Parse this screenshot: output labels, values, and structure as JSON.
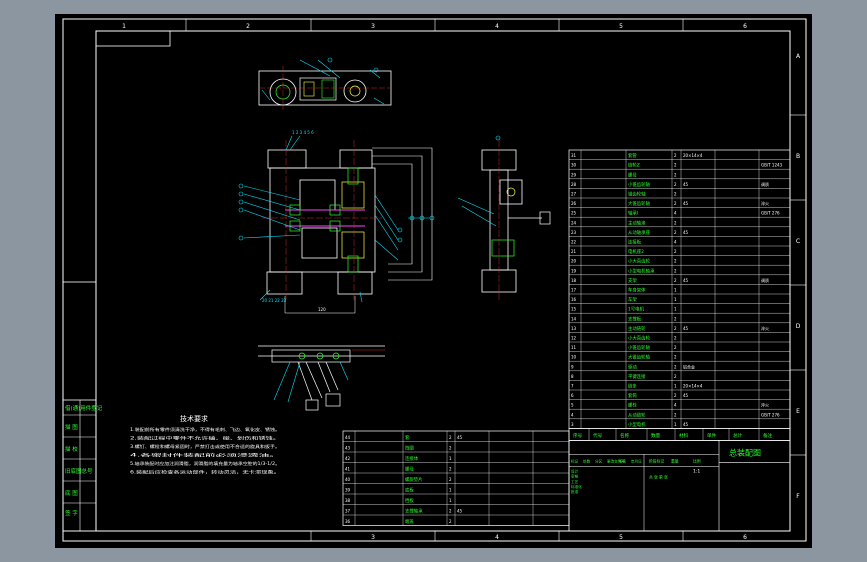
{
  "colors": {
    "background": "#8c96a0",
    "sheet": "#000000",
    "frame": "#ffffff",
    "drawing": "#ffffff",
    "accent_cyan": "#00e5ff",
    "accent_green": "#2dff2d",
    "accent_yellow": "#ffff33",
    "accent_red": "#ff3030",
    "accent_magenta": "#ff40ff"
  },
  "top_zones": [
    "1",
    "2",
    "3",
    "4",
    "5",
    "6"
  ],
  "bottom_zones": [
    "3",
    "4",
    "5",
    "6"
  ],
  "right_zones": [
    "A",
    "B",
    "C",
    "D",
    "E",
    "F"
  ],
  "tech_requirements": {
    "title": "技术要求",
    "lines": [
      "1.装配前所有零件须清洗干净，不得有毛刺、飞边、氧化皮、锈蚀。",
      "2.装配过程中零件不允许磕、碰、划伤和锈蚀。",
      "3.螺钉、螺栓和螺母紧固时，严禁打击或使用不合适的旋具和扳手。",
      "4.各密封件装配前必须浸透油。",
      "5.轴承装配时应加注润滑脂，润滑脂的填充量为轴承空腔的1/3-1/2。",
      "6.装配后应检查各运动部件，转动灵活，无卡滞现象。"
    ]
  },
  "left_stamp": [
    "借(通)用件登记",
    "描 图",
    "描 校",
    "旧底图总号",
    "底 图",
    "签 字"
  ],
  "bom_right": [
    {
      "no": "31",
      "name": "套管",
      "qty": "2",
      "mat": "20×14×4",
      "note": ""
    },
    {
      "no": "30",
      "name": "链轮Z",
      "qty": "2",
      "mat": "",
      "note": "GB/T 1243"
    },
    {
      "no": "29",
      "name": "螺母",
      "qty": "2",
      "mat": "",
      "note": ""
    },
    {
      "no": "28",
      "name": "小锥齿轮轴",
      "qty": "2",
      "mat": "45",
      "note": "调质"
    },
    {
      "no": "27",
      "name": "锥齿轮轴",
      "qty": "2",
      "mat": "",
      "note": ""
    },
    {
      "no": "26",
      "name": "大锥齿轮轴",
      "qty": "2",
      "mat": "45",
      "note": "淬火"
    },
    {
      "no": "25",
      "name": "轴承I",
      "qty": "4",
      "mat": "",
      "note": "GB/T 276"
    },
    {
      "no": "24",
      "name": "主动轴滚",
      "qty": "2",
      "mat": "",
      "note": ""
    },
    {
      "no": "23",
      "name": "从动轴承座",
      "qty": "2",
      "mat": "45",
      "note": ""
    },
    {
      "no": "22",
      "name": "连接板",
      "qty": "4",
      "mat": "",
      "note": ""
    },
    {
      "no": "21",
      "name": "电机座2",
      "qty": "2",
      "mat": "",
      "note": ""
    },
    {
      "no": "20",
      "name": "小大直齿轮",
      "qty": "2",
      "mat": "",
      "note": ""
    },
    {
      "no": "19",
      "name": "小型电机轴承",
      "qty": "2",
      "mat": "",
      "note": ""
    },
    {
      "no": "18",
      "name": "支架",
      "qty": "2",
      "mat": "45",
      "note": "调质"
    },
    {
      "no": "17",
      "name": "车身架体",
      "qty": "1",
      "mat": "",
      "note": ""
    },
    {
      "no": "16",
      "name": "车架",
      "qty": "1",
      "mat": "",
      "note": ""
    },
    {
      "no": "15",
      "name": "1号电机",
      "qty": "1",
      "mat": "",
      "note": ""
    },
    {
      "no": "14",
      "name": "支撑板",
      "qty": "2",
      "mat": "",
      "note": ""
    },
    {
      "no": "13",
      "name": "主动链轮",
      "qty": "2",
      "mat": "45",
      "note": "淬火"
    },
    {
      "no": "12",
      "name": "小大直齿轮",
      "qty": "2",
      "mat": "",
      "note": ""
    },
    {
      "no": "11",
      "name": "小锥齿轮轴",
      "qty": "2",
      "mat": "",
      "note": ""
    },
    {
      "no": "10",
      "name": "大锥齿轮轴",
      "qty": "2",
      "mat": "",
      "note": ""
    },
    {
      "no": "9",
      "name": "驱动",
      "qty": "2",
      "mat": "铝合金",
      "note": ""
    },
    {
      "no": "8",
      "name": "平键连接",
      "qty": "2",
      "mat": "",
      "note": ""
    },
    {
      "no": "7",
      "name": "链条",
      "qty": "1",
      "mat": "20×14×4",
      "note": ""
    },
    {
      "no": "6",
      "name": "套筒",
      "qty": "2",
      "mat": "45",
      "note": ""
    },
    {
      "no": "5",
      "name": "螺栓",
      "qty": "4",
      "mat": "",
      "note": "淬火"
    },
    {
      "no": "4",
      "name": "从动链轮",
      "qty": "2",
      "mat": "",
      "note": "GB/T 276"
    },
    {
      "no": "3",
      "name": "小型电机",
      "qty": "1",
      "mat": "45",
      "note": ""
    }
  ],
  "bom_header": [
    "序号",
    "代号",
    "名称",
    "数量",
    "材料",
    "单件",
    "总计",
    "备注"
  ],
  "bom_mid": [
    {
      "no": "44",
      "name": "套",
      "qty": "2",
      "mat": "45",
      "note": ""
    },
    {
      "no": "43",
      "name": "挡圈",
      "qty": "2",
      "mat": "",
      "note": ""
    },
    {
      "no": "42",
      "name": "连接体",
      "qty": "1",
      "mat": "",
      "note": ""
    },
    {
      "no": "41",
      "name": "螺母",
      "qty": "2",
      "mat": "",
      "note": ""
    },
    {
      "no": "40",
      "name": "螺旋垫片",
      "qty": "2",
      "mat": "",
      "note": ""
    },
    {
      "no": "39",
      "name": "底板",
      "qty": "1",
      "mat": "",
      "note": ""
    },
    {
      "no": "38",
      "name": "挡板",
      "qty": "1",
      "mat": "",
      "note": ""
    },
    {
      "no": "37",
      "name": "支撑轴承",
      "qty": "2",
      "mat": "45",
      "note": ""
    },
    {
      "no": "36",
      "name": "端盖",
      "qty": "2",
      "mat": "",
      "note": ""
    }
  ],
  "title_block": {
    "drawing_title": "总装配图",
    "sign_labels": [
      "标记",
      "处数",
      "分区",
      "更改文件号",
      "签名",
      "年月日"
    ],
    "sign_labels2": [
      "设计",
      "审核",
      "工艺",
      "标准化",
      "批准"
    ],
    "stage_labels": [
      "阶段标记",
      "重量",
      "比例"
    ],
    "scale": "1:1",
    "sheet_info": "共 张 第 张"
  }
}
